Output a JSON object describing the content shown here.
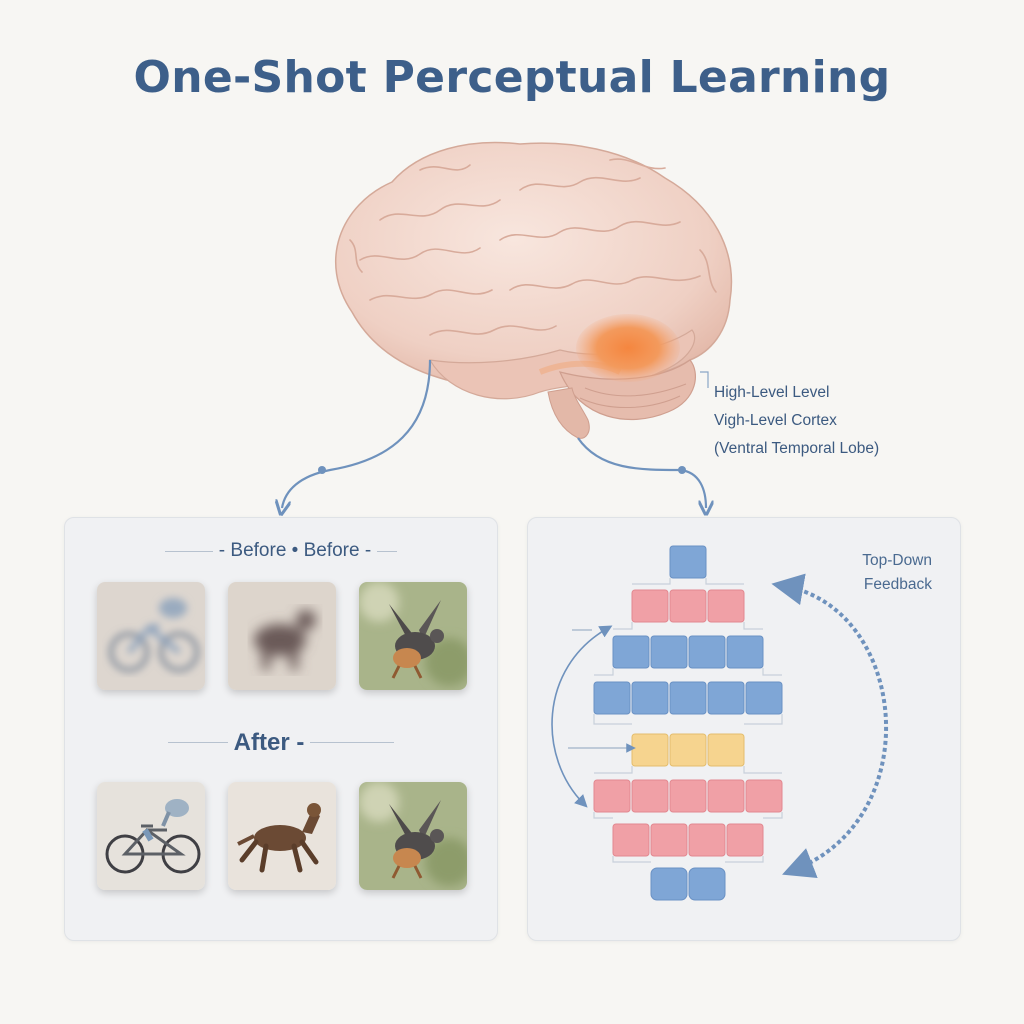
{
  "title": "One-Shot Perceptual Learning",
  "brain": {
    "region_labels": [
      "High-Level Level",
      "Vigh-Level Cortex",
      "(Ventral Temporal Lobe)"
    ]
  },
  "left_panel": {
    "before_heading": "- Before • Before -",
    "after_heading": "After -",
    "before_images": [
      "bicycle-blurred",
      "dog-blurred",
      "bird-clear"
    ],
    "after_images": [
      "bicycle-clear",
      "dog-clear",
      "bird-clear"
    ]
  },
  "right_panel": {
    "feedback_label_line1": "Top-Down",
    "feedback_label_line2": "Feedback",
    "network_layers": [
      {
        "units": 1,
        "color": "blue"
      },
      {
        "units": 3,
        "color": "red"
      },
      {
        "units": 4,
        "color": "blue"
      },
      {
        "units": 5,
        "color": "blue"
      },
      {
        "units": 3,
        "color": "yellow"
      },
      {
        "units": 5,
        "color": "red"
      },
      {
        "units": 4,
        "color": "red"
      },
      {
        "units": 2,
        "color": "blue-input"
      }
    ]
  },
  "colors": {
    "title": "#3d5f8a",
    "blue_unit": "#7fa6d6",
    "red_unit": "#f0a0a6",
    "yellow_unit": "#f6d48f",
    "arrow": "#6f92bd"
  }
}
